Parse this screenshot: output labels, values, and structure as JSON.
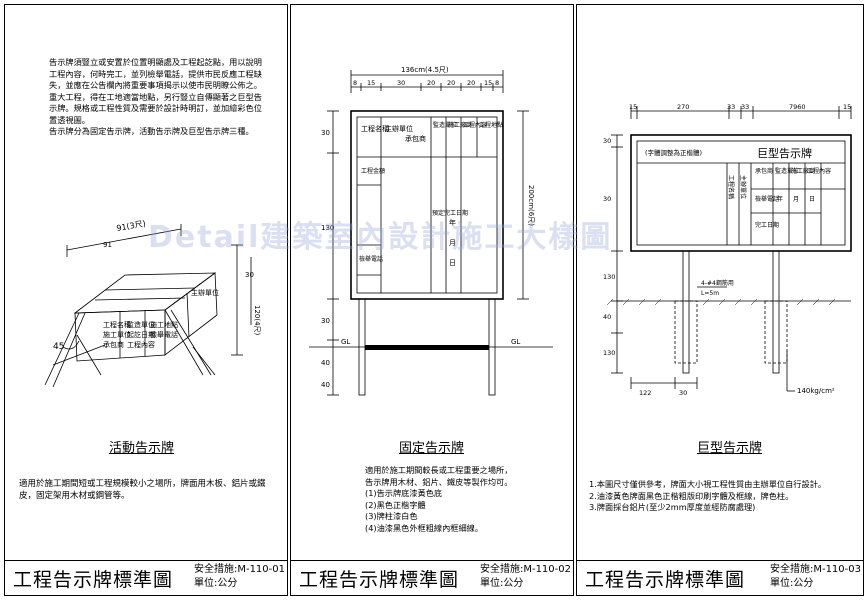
{
  "panel1": {
    "paragraphs": [
      "告示牌須豎立或安置於位置明顯處及工程起訖點，用以說明工程內容，何時完工，並列檢舉電話，提供市民反應工程缺失，並應在公告欄內將重要事項揭示以使市民明瞭公佈之。",
      "重大工程，得在工地適當地點，另行豎立自傳顯著之巨型告示牌。規格或工程性質及需要於設計時明訂，並加繪彩色位置透視圖。",
      "告示牌分為固定告示牌，活動告示牌及巨型告示牌三種。"
    ],
    "dims": {
      "width": "91(3尺)",
      "top": "91",
      "side": "30",
      "height": "120(4尺)",
      "angle": "45"
    },
    "board_labels": [
      "工程名稱",
      "施工單位",
      "承包商",
      "監造單位",
      "起訖日期",
      "工程內容",
      "施工地點",
      "檢舉電話",
      "主辦單位"
    ],
    "caption": "活動告示牌",
    "description": "適用於施工期間短或工程規模較小之場所，牌面用木板、鋁片或鐵皮，固定架用木材或鋼管等。",
    "footer": {
      "title": "工程告示牌標準圖",
      "code": "安全措施:M-110-01",
      "unit": "單位:公分"
    }
  },
  "panel2": {
    "width_label": "136cm(4.5尺)",
    "top_dims": [
      "8",
      "15",
      "30",
      "20",
      "20",
      "20",
      "15",
      "8"
    ],
    "left_dims": [
      "30",
      "130",
      "30"
    ],
    "height_label": "200cm(6尺)",
    "pole_dims": [
      "40",
      "40"
    ],
    "ground": "GL",
    "board": {
      "headers": [
        "工程名稱",
        "主辦單位",
        "承包商",
        "監造單位",
        "施工廠商",
        "工程內容",
        "工程地點",
        "工程金額"
      ],
      "cells": [
        "預定完工日期",
        "年",
        "月",
        "日",
        "檢舉電話"
      ]
    },
    "caption": "固定告示牌",
    "notes": [
      "適用於施工期間較長或工程重要之場所，",
      "告示牌用木材、鋁片、鐵皮等製作均可。",
      "(1)告示牌底漆黃色底",
      "(2)黑色正楷字體",
      "(3)牌柱漆白色",
      "(4)油漆黑色外框粗線內框細線。"
    ],
    "footer": {
      "title": "工程告示牌標準圖",
      "code": "安全措施:M-110-02",
      "unit": "單位:公分"
    }
  },
  "panel3": {
    "top_dims": [
      "15",
      "270",
      "33",
      "33",
      "7960",
      "15"
    ],
    "left_dims": [
      "30",
      "30",
      "130",
      "40",
      "130"
    ],
    "board_title": "巨型告示牌",
    "small_label": "(字體調整為正楷體)",
    "board_rows": [
      "工程名稱",
      "主辦單位",
      "承包商",
      "監造單位",
      "施工廠商",
      "工程內容"
    ],
    "board_cells": [
      "檢舉電話",
      "年",
      "月",
      "日",
      "完工日期"
    ],
    "post_note": "4-#4鋼筋用",
    "post_note2": "L=5m",
    "bottom_dims": [
      "122",
      "30"
    ],
    "concrete": "140kg/cm²",
    "caption": "巨型告示牌",
    "notes": [
      "1.本圖尺寸僅供參考，牌面大小視工程性質由主辦單位自行設計。",
      "2.油漆黃色牌面黑色正楷粗版印刷字體及框線，牌色柱。",
      "3.牌面採台鋁片(至少2mm厚度並經防腐處理)"
    ],
    "footer": {
      "title": "工程告示牌標準圖",
      "code": "安全措施:M-110-03",
      "unit": "單位:公分"
    }
  },
  "watermark": "Detail建築室內設計施工大樣圖"
}
